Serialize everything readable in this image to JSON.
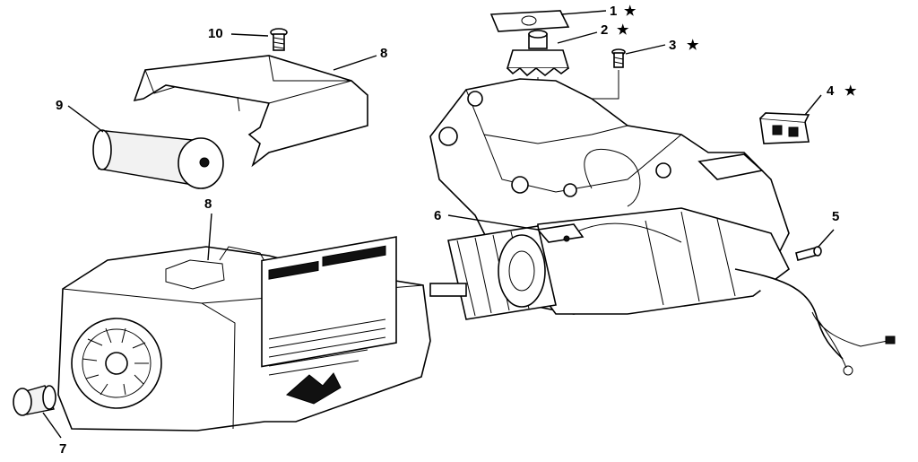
{
  "callouts": [
    {
      "id": "c1",
      "number": "1",
      "star": "★"
    },
    {
      "id": "c2",
      "number": "2",
      "star": "★"
    },
    {
      "id": "c3",
      "number": "3",
      "star": "★"
    },
    {
      "id": "c4",
      "number": "4",
      "star": "★"
    },
    {
      "id": "c5",
      "number": "5",
      "star": ""
    },
    {
      "id": "c6",
      "number": "6",
      "star": ""
    },
    {
      "id": "c7",
      "number": "7",
      "star": ""
    },
    {
      "id": "c8a",
      "number": "8",
      "star": ""
    },
    {
      "id": "c8b",
      "number": "8",
      "star": ""
    },
    {
      "id": "c9",
      "number": "9",
      "star": ""
    },
    {
      "id": "c10",
      "number": "10",
      "star": ""
    }
  ],
  "colors": {
    "ink": "#000000",
    "paper": "#ffffff"
  }
}
